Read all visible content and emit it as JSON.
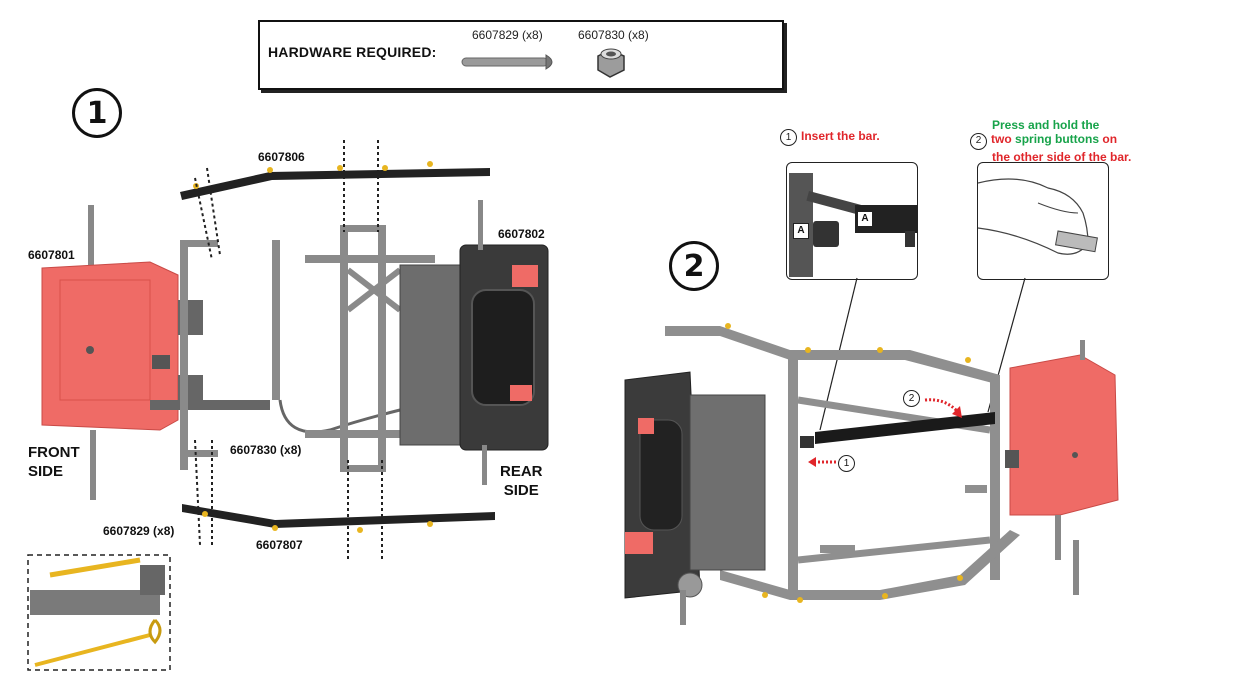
{
  "hardware": {
    "title": "HARDWARE REQUIRED:",
    "items": [
      {
        "label": "6607829 (x8)",
        "icon": "bolt-icon"
      },
      {
        "label": "6607830 (x8)",
        "icon": "lock-nut-icon"
      }
    ]
  },
  "step1": {
    "number": "1",
    "parts": {
      "front_frame": "6607801",
      "top_bar": "6607806",
      "rear_unit": "6607802",
      "nuts": "6607830 (x8)",
      "bolts": "6607829 (x8)",
      "bottom_bar": "6607807"
    },
    "front_label": [
      "FRONT",
      "SIDE"
    ],
    "rear_label": [
      "REAR",
      "SIDE"
    ]
  },
  "step2": {
    "number": "2",
    "callout1": {
      "num": "1",
      "text": "Insert the bar."
    },
    "callout2": {
      "num": "2",
      "line1": "Press and hold the",
      "line2_red": "two",
      "line2_green": "spring buttons",
      "line2_end": "on",
      "line3": "the other side of the bar."
    },
    "inset_label_a": "A",
    "marker1": "1",
    "marker2": "2"
  },
  "colors": {
    "red_part": "#ef6b66",
    "gray_frame": "#8a8a8a",
    "bar": "#222222",
    "yellow": "#e8b520",
    "text_red": "#e0262b",
    "text_green": "#17a34a"
  }
}
